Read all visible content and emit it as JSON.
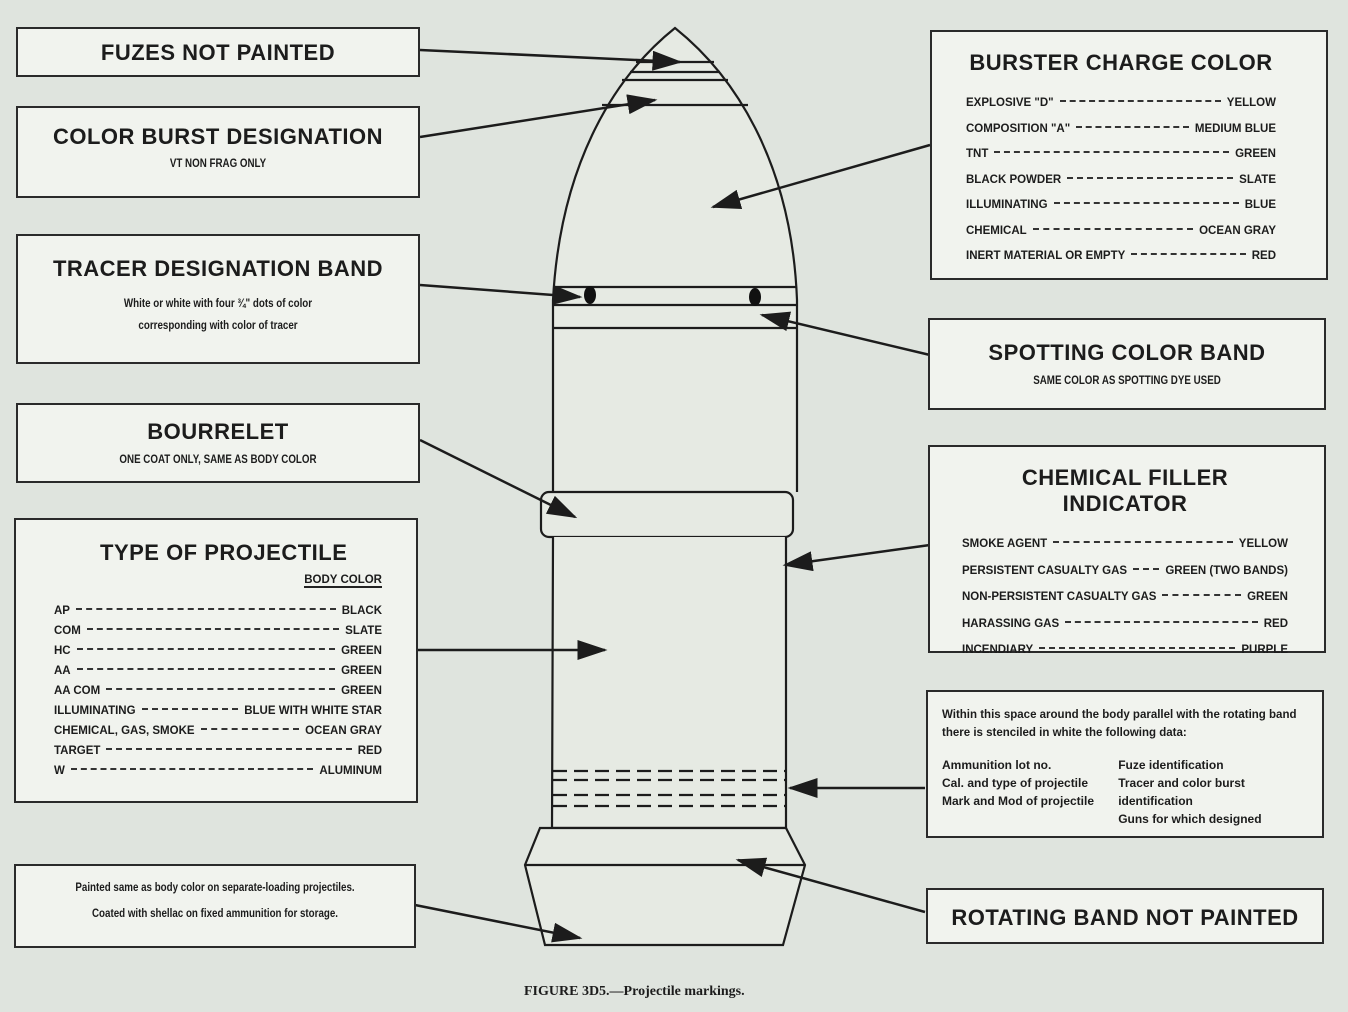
{
  "fuzes": {
    "title": "FUZES NOT PAINTED"
  },
  "color_burst": {
    "title": "COLOR BURST DESIGNATION",
    "sub": "VT NON FRAG ONLY"
  },
  "tracer": {
    "title": "TRACER DESIGNATION BAND",
    "line1": "White or white with four ¾\" dots of color",
    "line2": "corresponding with color of tracer"
  },
  "bourrelet": {
    "title": "BOURRELET",
    "sub": "ONE COAT ONLY, SAME AS BODY COLOR"
  },
  "projectile_type": {
    "title": "TYPE OF PROJECTILE",
    "header": "BODY COLOR",
    "rows": [
      {
        "k": "AP",
        "v": "BLACK"
      },
      {
        "k": "COM",
        "v": "SLATE"
      },
      {
        "k": "HC",
        "v": "GREEN"
      },
      {
        "k": "AA",
        "v": "GREEN"
      },
      {
        "k": "AA COM",
        "v": "GREEN"
      },
      {
        "k": "ILLUMINATING",
        "v": "BLUE WITH WHITE STAR"
      },
      {
        "k": "CHEMICAL, GAS, SMOKE",
        "v": "OCEAN GRAY"
      },
      {
        "k": "TARGET",
        "v": "RED"
      },
      {
        "k": "W",
        "v": "ALUMINUM"
      }
    ]
  },
  "painted": {
    "line1": "Painted same as body color on separate-loading projectiles.",
    "line2": "Coated with shellac on fixed ammunition for storage."
  },
  "burster": {
    "title": "BURSTER CHARGE COLOR",
    "rows": [
      {
        "k": "EXPLOSIVE \"D\"",
        "v": "YELLOW"
      },
      {
        "k": "COMPOSITION \"A\"",
        "v": "MEDIUM BLUE"
      },
      {
        "k": "TNT",
        "v": "GREEN"
      },
      {
        "k": "BLACK POWDER",
        "v": "SLATE"
      },
      {
        "k": "ILLUMINATING",
        "v": "BLUE"
      },
      {
        "k": "CHEMICAL",
        "v": "OCEAN GRAY"
      },
      {
        "k": "INERT MATERIAL OR EMPTY",
        "v": "RED"
      }
    ]
  },
  "spotting": {
    "title": "SPOTTING COLOR BAND",
    "sub": "SAME COLOR AS SPOTTING DYE USED"
  },
  "chemical": {
    "title": "CHEMICAL FILLER INDICATOR",
    "rows": [
      {
        "k": "SMOKE AGENT",
        "v": "YELLOW"
      },
      {
        "k": "PERSISTENT CASUALTY GAS",
        "v": "GREEN (TWO BANDS)"
      },
      {
        "k": "NON-PERSISTENT CASUALTY GAS",
        "v": "GREEN"
      },
      {
        "k": "HARASSING GAS",
        "v": "RED"
      },
      {
        "k": "INCENDIARY",
        "v": "PURPLE"
      }
    ]
  },
  "stencil": {
    "intro": "Within this space around the body parallel with the rotating band there is stenciled in white the following data:",
    "left": [
      "Ammunition lot no.",
      "Cal. and type of projectile",
      "Mark and Mod of projectile"
    ],
    "right": [
      "Fuze identification",
      "Tracer and color burst identification",
      "Guns for which designed"
    ]
  },
  "rotating": {
    "title": "ROTATING BAND NOT PAINTED"
  },
  "caption": "FIGURE 3D5.—Projectile markings."
}
